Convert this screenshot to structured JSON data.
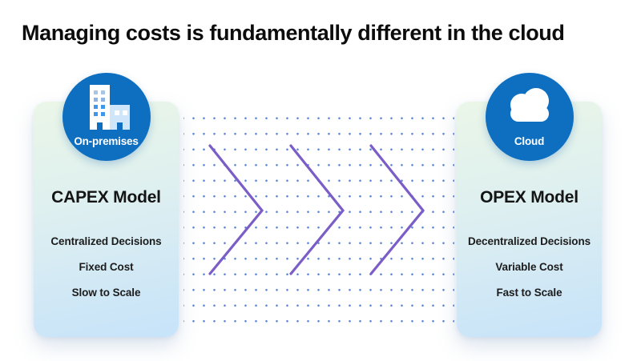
{
  "title": "Managing costs is fundamentally different in the cloud",
  "cards": [
    {
      "badge": "On-premises",
      "icon": "building-icon",
      "model": "CAPEX Model",
      "items": [
        "Centralized Decisions",
        "Fixed Cost",
        "Slow to Scale"
      ]
    },
    {
      "badge": "Cloud",
      "icon": "cloud-icon",
      "model": "OPEX Model",
      "items": [
        "Decentralized Decisions",
        "Variable Cost",
        "Fast to Scale"
      ]
    }
  ],
  "colors": {
    "badge_blue": "#0e6fc1",
    "chevron_purple": "#7b5dc8",
    "dot_blue": "#3e6ecd",
    "card_gradient_top": "#eaf6e7",
    "card_gradient_bottom": "#c7e3fa",
    "title_text": "#0c0c0c"
  }
}
